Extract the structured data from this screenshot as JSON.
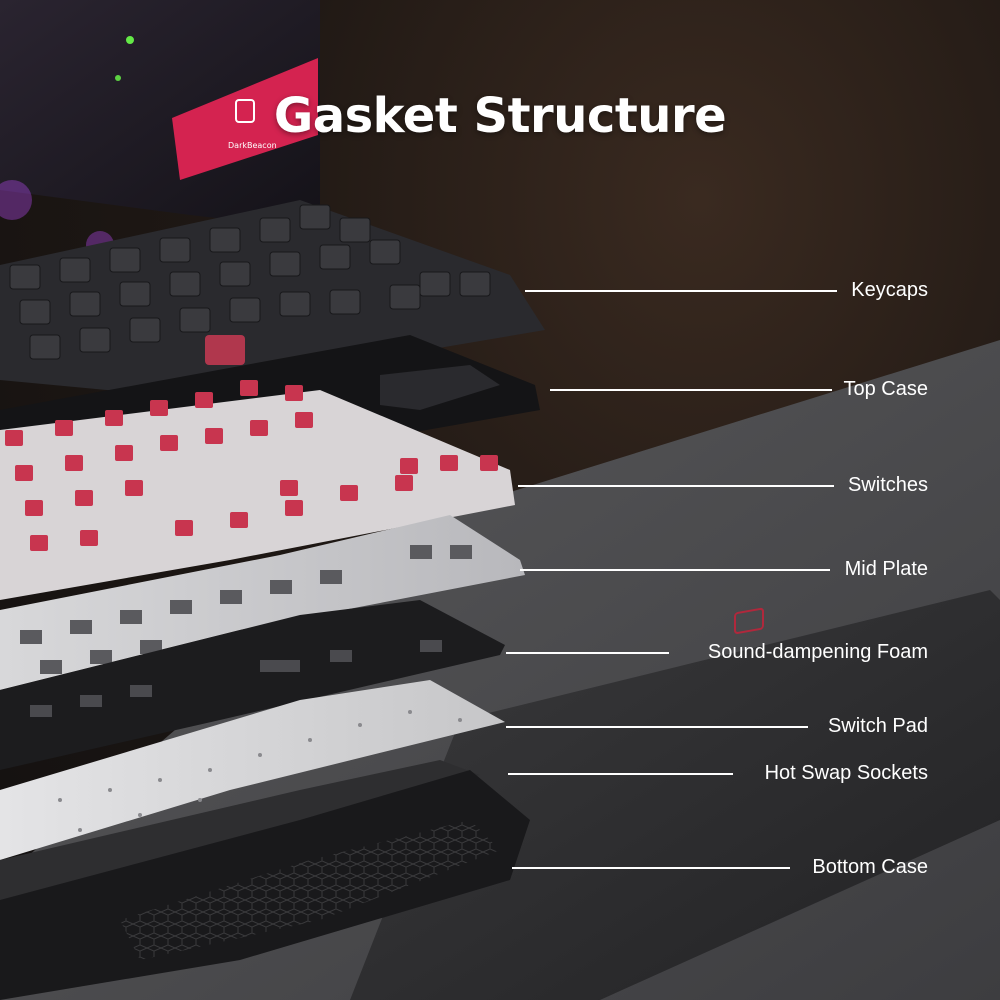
{
  "title": "Gasket Structure",
  "brand": {
    "logo_text": "DarkBeacon",
    "accent_color": "#e0294f"
  },
  "layers": [
    {
      "label": "Keycaps"
    },
    {
      "label": "Top Case"
    },
    {
      "label": "Switches"
    },
    {
      "label": "Mid Plate"
    },
    {
      "label": "Sound-dampening Foam"
    },
    {
      "label": "Switch Pad"
    },
    {
      "label": "Hot Swap Sockets"
    },
    {
      "label": "Bottom Case"
    }
  ]
}
